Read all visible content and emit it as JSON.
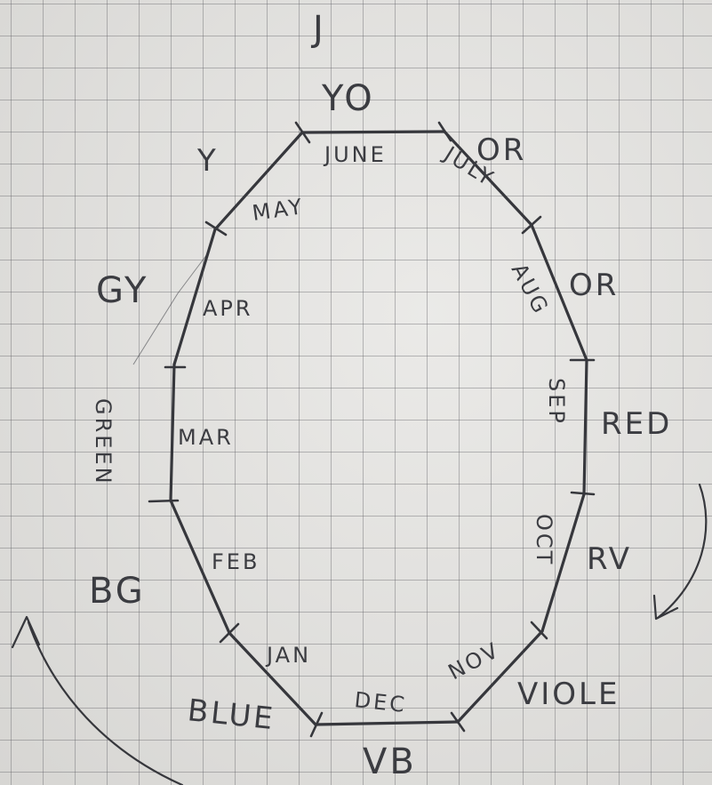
{
  "diagram": {
    "top_label": "J",
    "months": {
      "jun": "JUNE",
      "jul": "JULY",
      "aug": "AUG",
      "sep": "SEP",
      "oct": "OCT",
      "nov": "NOV",
      "dec": "DEC",
      "jan": "JAN",
      "feb": "FEB",
      "mar": "MAR",
      "apr": "APR",
      "may": "MAY"
    },
    "colors": {
      "yo": "YO",
      "or_upper": "OR",
      "or_lower": "OR",
      "red": "RED",
      "rv": "RV",
      "violet": "VIOLE",
      "vb": "VB",
      "blue": "BLUE",
      "bg": "BG",
      "green": "GREEN",
      "gy": "GY",
      "y": "Y"
    }
  }
}
